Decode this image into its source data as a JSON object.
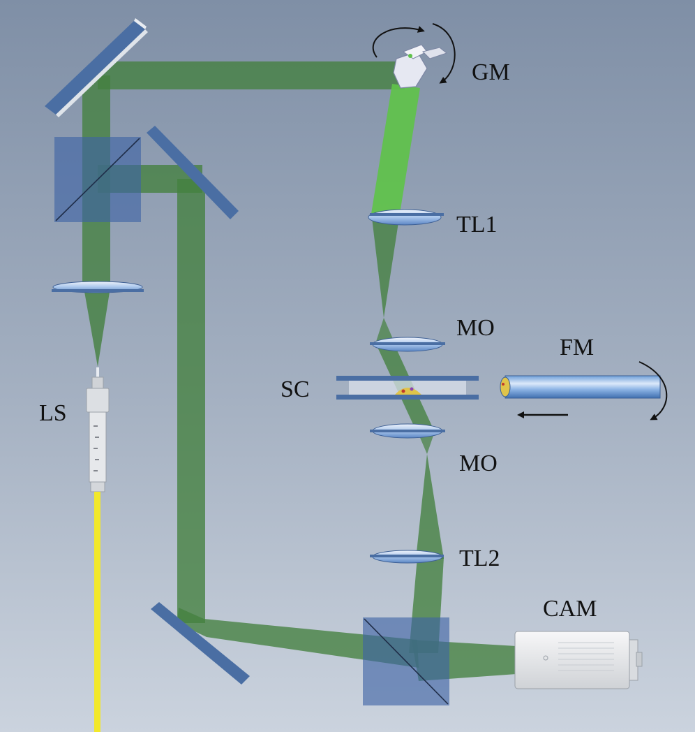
{
  "labels": {
    "gm": "GM",
    "tl1": "TL1",
    "mo_top": "MO",
    "fm": "FM",
    "sc": "SC",
    "mo_bottom": "MO",
    "tl2": "TL2",
    "cam": "CAM",
    "ls": "LS"
  },
  "colors": {
    "beam": "#3f7a3e",
    "beam_bright": "#5fc24a",
    "optic_blue": "#4a6ea3",
    "mirror_edge": "#e8ecf2",
    "fiber": "#f2e82a",
    "camera_body": "#e9eaec",
    "background_top": "#7f8fa6",
    "background_bottom": "#c9d1dc"
  },
  "icons": {
    "galvo_mirror": "galvo-mirror-icon",
    "rotation_arrow": "rotation-arrow-icon",
    "translation_arrow": "arrow-left-icon",
    "camera": "camera-icon",
    "fiber_connector": "fiber-connector-icon"
  }
}
